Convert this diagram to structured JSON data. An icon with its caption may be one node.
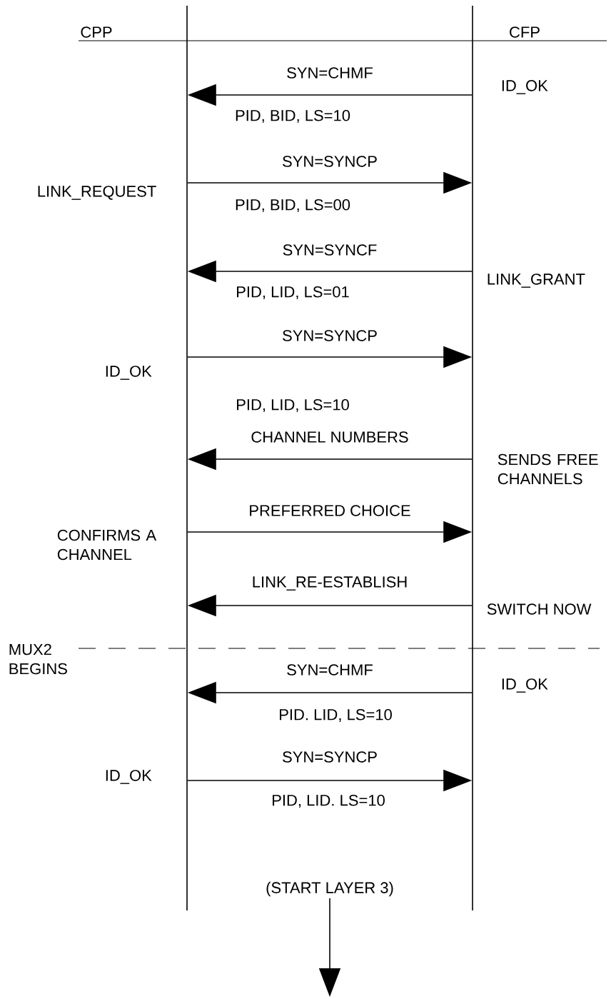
{
  "diagram": {
    "nodes": [
      {
        "text": [
          "CPP"
        ]
      },
      {
        "text": [
          "CFP"
        ]
      },
      {
        "text": [
          "(START LAYER 3)"
        ]
      }
    ],
    "edges": [
      {
        "from": 1,
        "to": 0,
        "arrow": "to",
        "label": "SYN=CHMF"
      },
      {
        "from": 0,
        "to": 1,
        "arrow": "to",
        "label": "SYN=SYNCP"
      },
      {
        "from": 1,
        "to": 0,
        "arrow": "to",
        "label": "SYN=SYNCF"
      },
      {
        "from": 0,
        "to": 1,
        "arrow": "to",
        "label": "SYN=SYNCP"
      },
      {
        "from": 1,
        "to": 0,
        "arrow": "to",
        "label": "CHANNEL NUMBERS"
      },
      {
        "from": 0,
        "to": 1,
        "arrow": "to",
        "label": "PREFERRED CHOICE"
      },
      {
        "from": 1,
        "to": 0,
        "arrow": "to",
        "label": "LINK_RE-ESTABLISH"
      },
      {
        "from": 1,
        "to": 0,
        "arrow": "to",
        "label": "SYN=CHMF"
      },
      {
        "from": 0,
        "to": 1,
        "arrow": "to",
        "label": "SYN=SYNCP"
      },
      {
        "from": 2,
        "to": null,
        "arrow": "to"
      }
    ],
    "labels": [
      "ID_OK",
      "PID, BID, LS=10",
      "LINK_REQUEST",
      "PID, BID, LS=00",
      "LINK_GRANT",
      "PID, LID, LS=01",
      "ID_OK",
      "PID, LID, LS=10",
      "SENDS FREE CHANNELS",
      "CONFIRMS A CHANNEL",
      "SWITCH NOW",
      "MUX2 BEGINS",
      "ID_OK",
      "PID. LID, LS=10",
      "ID_OK",
      "PID, LID. LS=10"
    ]
  }
}
